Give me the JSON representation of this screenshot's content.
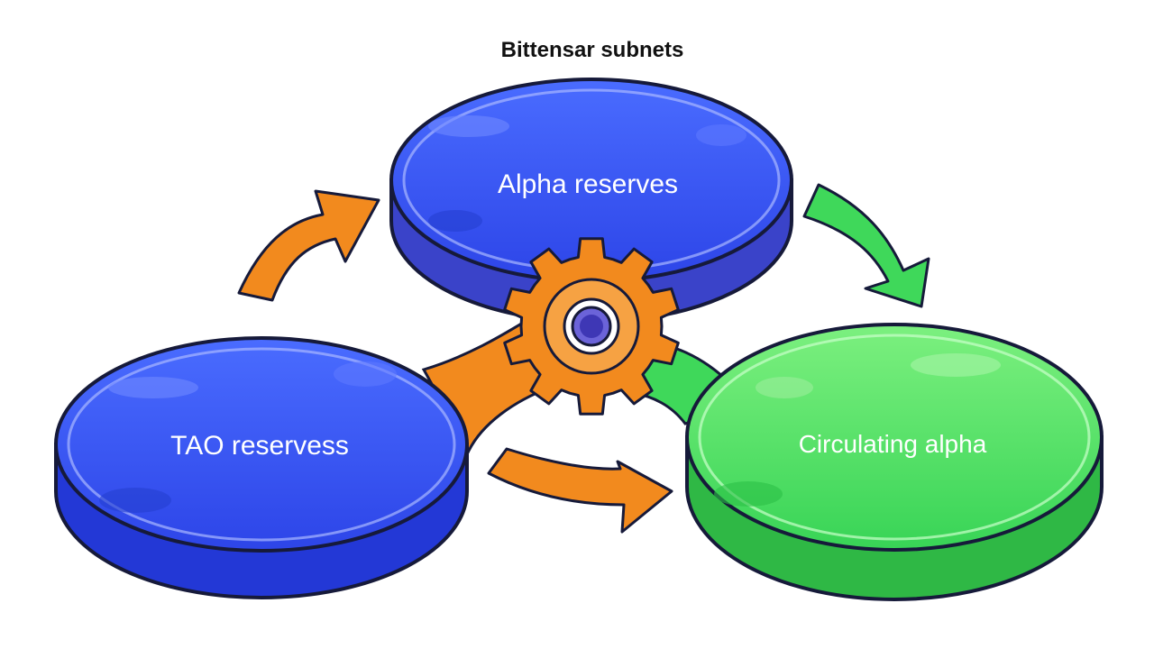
{
  "diagram": {
    "title": "Bittensar subnets",
    "nodes": {
      "alpha_reserves": {
        "label": "Alpha reserves",
        "color": "#2f4ef0"
      },
      "tao_reserves": {
        "label": "TAO reservess",
        "color": "#2f4ef0"
      },
      "circulating_alpha": {
        "label": "Circulating alpha",
        "color": "#3fd85a"
      }
    },
    "center": {
      "icon": "gear-icon",
      "color": "#f28a1e"
    },
    "arrows": [
      {
        "name": "arrow-tao-to-alpha",
        "color": "#f28a1e"
      },
      {
        "name": "arrow-alpha-to-circulating",
        "color": "#3fd85a"
      },
      {
        "name": "arrow-tao-to-circulating",
        "color": "#f28a1e"
      }
    ],
    "colors": {
      "outline": "#161a3a",
      "blue": "#2f4ef0",
      "blue_side": "#2537c8",
      "green": "#3fd85a",
      "green_side": "#2fb845",
      "orange": "#f28a1e"
    }
  }
}
